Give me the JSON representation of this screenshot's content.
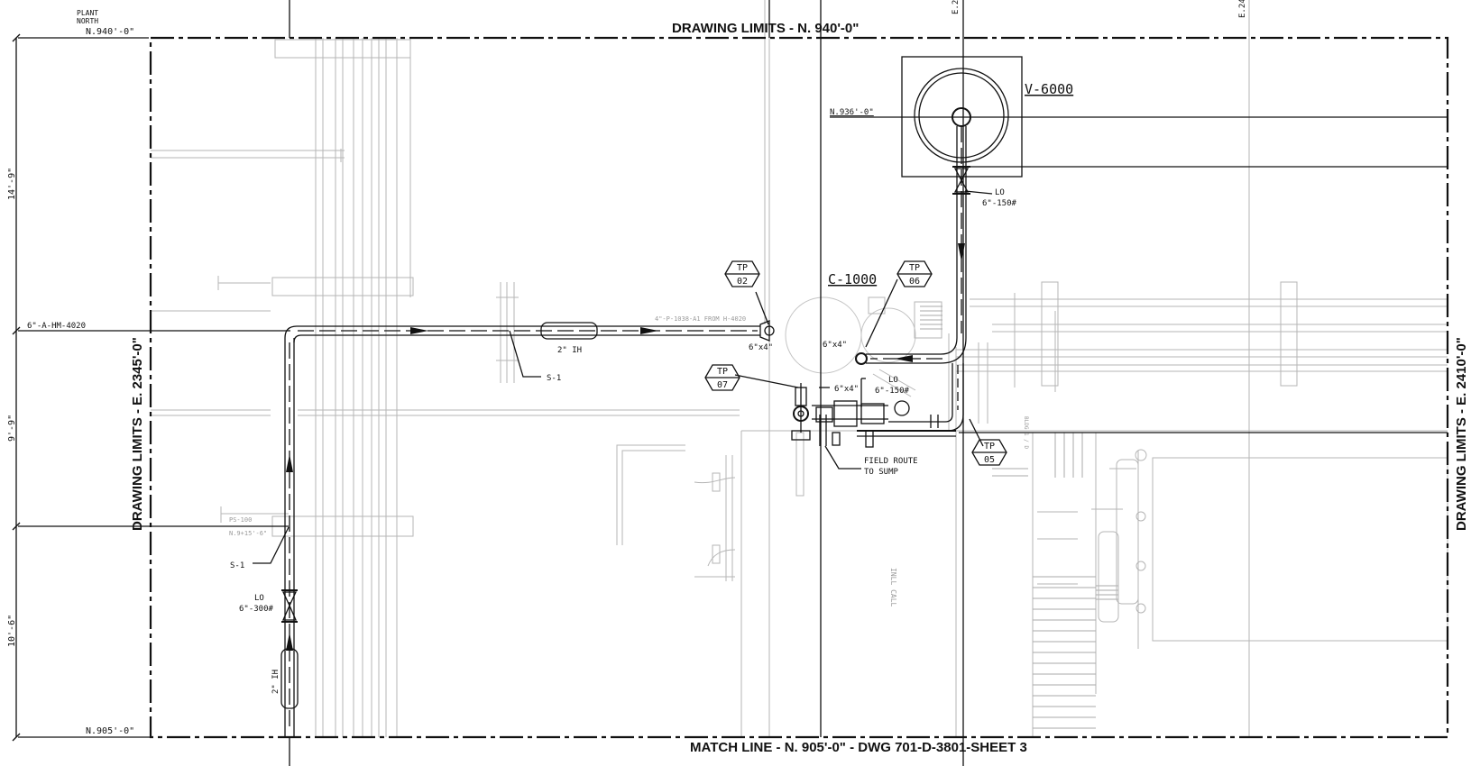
{
  "drawing": {
    "plant_north_line1": "PLANT",
    "plant_north_line2": "NORTH",
    "top_limit_label": "DRAWING LIMITS - N. 940'-0\"",
    "bottom_match_line": "MATCH LINE - N. 905'-0\" - DWG 701-D-3801-SHEET 3",
    "left_limit_label": "DRAWING LIMITS - E. 2345'-0\"",
    "right_limit_label": "DRAWING LIMITS - E. 2410'-0\"",
    "top_elev_label": "N.940'-0\"",
    "bottom_elev_label": "N.905'-0\"",
    "top_edge_label_1": "E.2",
    "top_edge_label_2": "E.24"
  },
  "dimensions": {
    "upper": "14'-9\"",
    "middle": "9'-9\"",
    "lower": "10'-6\""
  },
  "equipment": {
    "vessel_tag": "V-6000",
    "vessel_elevation": "N.936'-0\"",
    "column_tag": "C-1000"
  },
  "lines": {
    "inlet_line_tag": "6\"-A-HM-4020",
    "gray_line_tag": "4\"-P-1038-A1 FROM H-4020",
    "ps_tag": "PS-100",
    "ps_elev": "N.9+15'-6\""
  },
  "callouts": {
    "insulation_horizontal": "2\" IH",
    "insulation_vertical": "2\" IH",
    "support_upper": "S-1",
    "support_lower": "S-1",
    "reducer_left": "6\"x4\"",
    "reducer_mid": "6\"x4\"",
    "reducer_low": "6\"x4\"",
    "lo_top": "LO",
    "lo_top_rating": "6\"-150#",
    "lo_mid": "LO",
    "lo_mid_rating": "6\"-150#",
    "lo_low": "LO",
    "lo_low_rating": "6\"-300#",
    "field_route_1": "FIELD ROUTE",
    "field_route_2": "TO SUMP",
    "gray_vertical_text": "INLL CALL",
    "gray_small_text": "BLDG 1 / D"
  },
  "test_points": [
    {
      "top": "TP",
      "num": "02"
    },
    {
      "top": "TP",
      "num": "06"
    },
    {
      "top": "TP",
      "num": "07"
    },
    {
      "top": "TP",
      "num": "05"
    }
  ]
}
